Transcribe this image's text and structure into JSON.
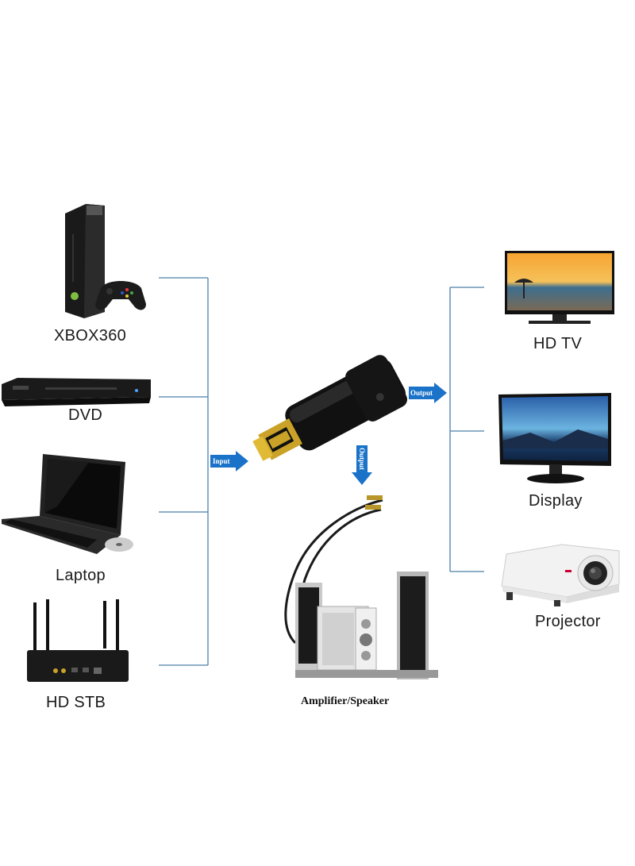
{
  "inputs": [
    {
      "label": "XBOX360",
      "icon": "game-console-icon"
    },
    {
      "label": "DVD",
      "icon": "dvd-player-icon"
    },
    {
      "label": "Laptop",
      "icon": "laptop-icon"
    },
    {
      "label": "HD STB",
      "icon": "set-top-box-icon"
    }
  ],
  "outputs": [
    {
      "label": "HD TV",
      "icon": "tv-icon"
    },
    {
      "label": "Display",
      "icon": "monitor-icon"
    },
    {
      "label": "Projector",
      "icon": "projector-icon"
    }
  ],
  "audio_output": {
    "label": "Amplifier/Speaker",
    "icon": "speaker-icon"
  },
  "arrows": {
    "input": "Input",
    "output_right": "Output",
    "output_down": "Output"
  },
  "colors": {
    "connector_line": "#4a7fa8",
    "arrow_fill": "#1a73c8",
    "adapter_body": "#111111",
    "hdmi_gold": "#c9a227"
  }
}
